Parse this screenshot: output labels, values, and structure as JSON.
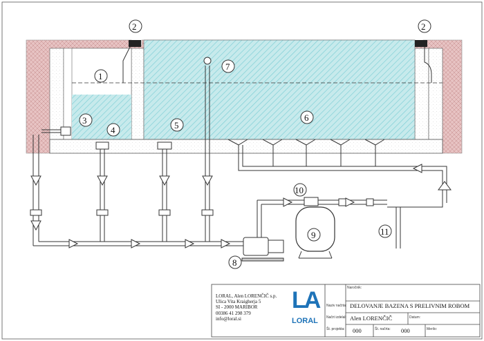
{
  "callouts": [
    "1",
    "2",
    "3",
    "4",
    "5",
    "6",
    "7",
    "8",
    "9",
    "10",
    "11"
  ],
  "title_block": {
    "company_lines": [
      "LORAL, Alen LORENČIČ s.p.",
      "Ulica Vita Kraigherja 5",
      "SI - 2000 MARIBOR",
      "00386 41 298 379",
      "info@loral.si"
    ],
    "logo_mark": "LA",
    "logo_text": "LORAL",
    "fields": {
      "narocnik_label": "Naročnik:",
      "naziv_label": "Naziv načrta:",
      "naziv_value": "DELOVANJE BAZENA S PRELIVNIM ROBOM",
      "risal_label": "Načrt izdelal:",
      "risal_value": "Alen LORENČIČ",
      "datum_label": "Datum:",
      "projekt_label": "Št. projekta:",
      "projekt_value": "000",
      "nacrt_label": "Št. načrta:",
      "nacrt_value": "000",
      "merilo_label": "Merilo:"
    }
  },
  "colors": {
    "water": "#b9e3e6",
    "hatch": "#7fcfd6",
    "brick": "#d9a9a9",
    "line": "#333333"
  }
}
